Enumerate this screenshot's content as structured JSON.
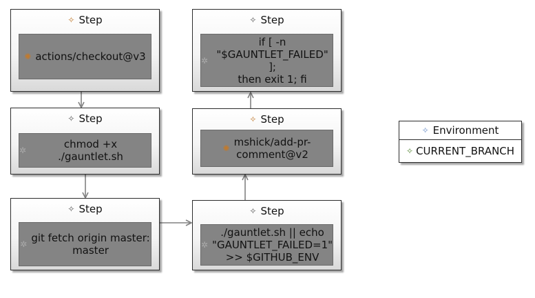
{
  "steps": [
    {
      "header": "Step",
      "text": "actions/checkout@v3"
    },
    {
      "header": "Step",
      "text": "chmod +x ./gauntlet.sh"
    },
    {
      "header": "Step",
      "text": "git fetch origin master:\nmaster"
    },
    {
      "header": "Step",
      "text": "if [ -n\n\"$GAUNTLET_FAILED\" ];\nthen exit 1; fi"
    },
    {
      "header": "Step",
      "text": "mshick/add-pr-\ncomment@v2"
    },
    {
      "header": "Step",
      "text": "./gauntlet.sh || echo\n\"GAUNTLET_FAILED=1\"\n>> $GITHUB_ENV"
    }
  ],
  "environment": {
    "title": "Environment",
    "attribute": "CURRENT_BRANCH"
  },
  "icons": {
    "step_header": "sparkle-icon",
    "step_action": "gear-icon",
    "step_run": "sparkle-outline-icon",
    "environment": "sparkle-blue-icon",
    "attribute": "sparkle-green-icon"
  }
}
